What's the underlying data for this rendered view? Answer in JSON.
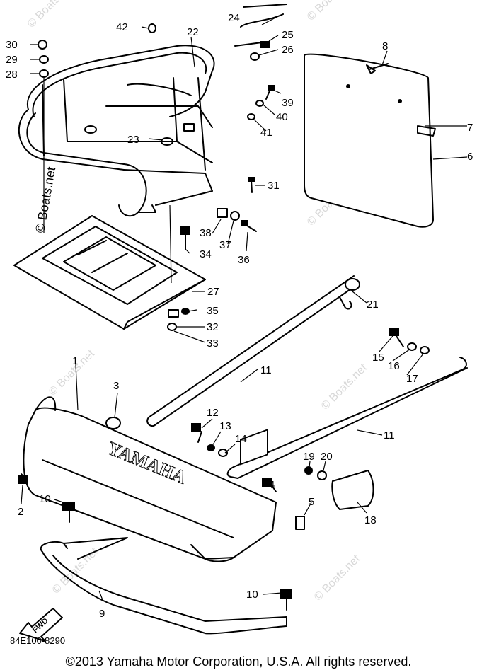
{
  "watermark": "© Boats.net",
  "part_code": "84E100-8290",
  "copyright": "©2013 Yamaha Motor Corporation, U.S.A. All rights reserved.",
  "brand_mark": "YAMAHA",
  "fwd_label": "FWD",
  "callouts": [
    "1",
    "2",
    "3",
    "4",
    "5",
    "6",
    "7",
    "8",
    "9",
    "10",
    "10",
    "11",
    "11",
    "12",
    "13",
    "14",
    "15",
    "16",
    "17",
    "18",
    "19",
    "20",
    "21",
    "22",
    "23",
    "24",
    "25",
    "26",
    "27",
    "28",
    "29",
    "30",
    "31",
    "32",
    "33",
    "34",
    "35",
    "36",
    "37",
    "38",
    "39",
    "40",
    "41",
    "42"
  ]
}
